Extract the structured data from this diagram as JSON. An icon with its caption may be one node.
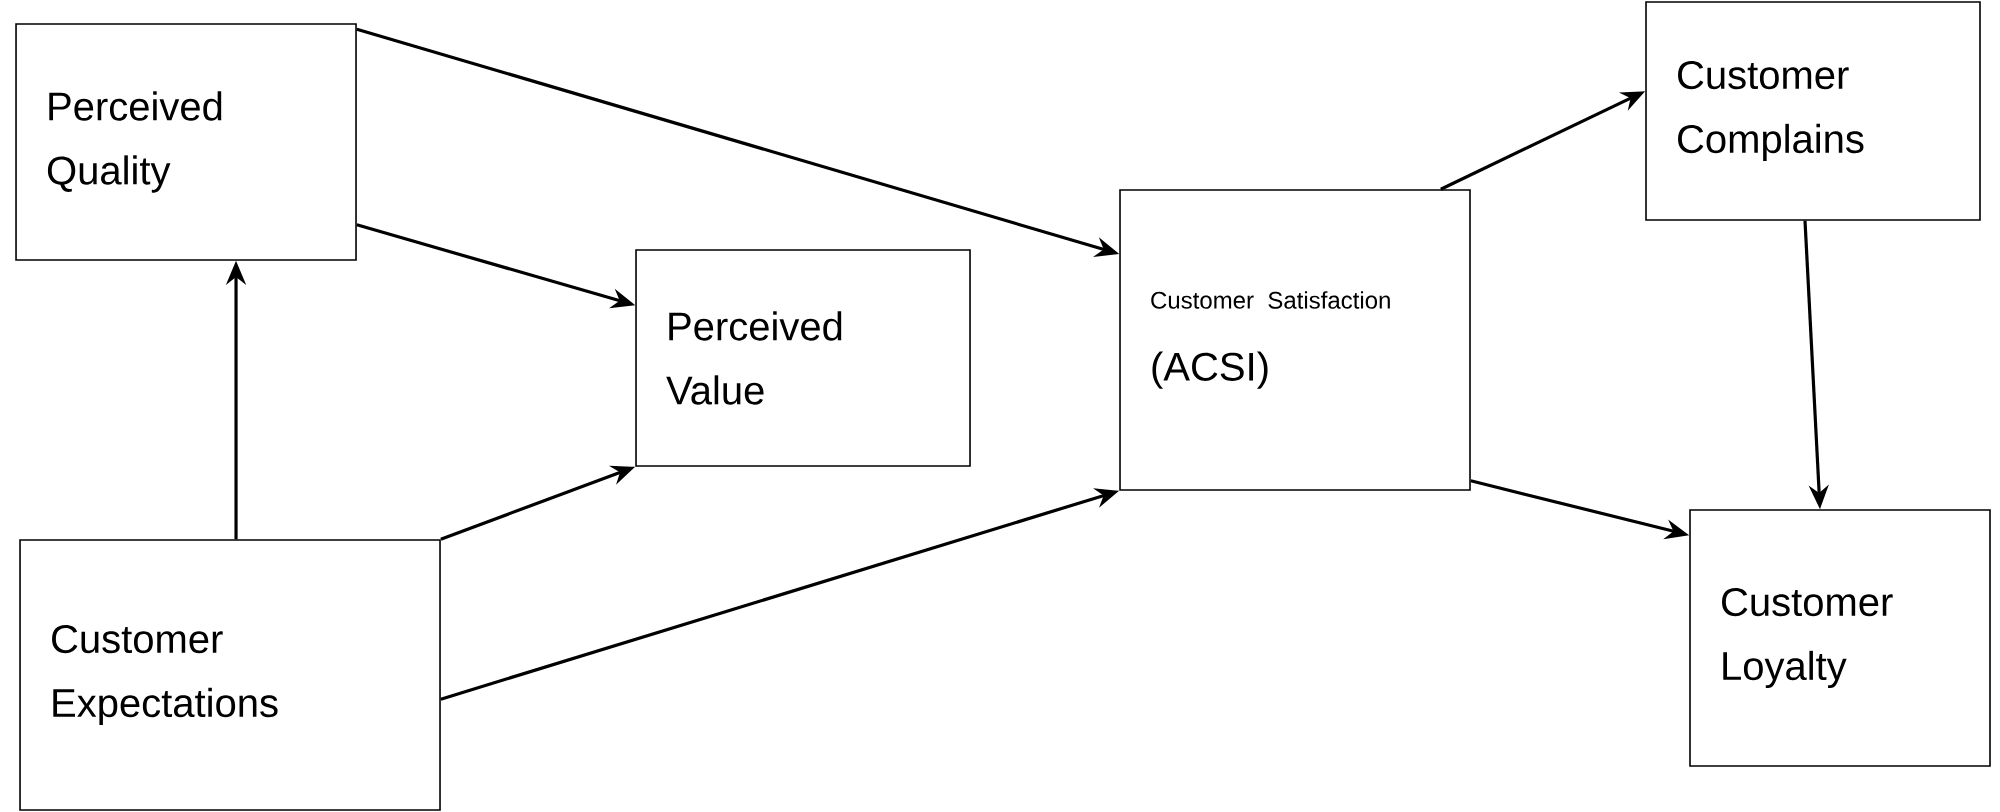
{
  "diagram": {
    "nodes": [
      {
        "text": [
          "Perceived Quality"
        ]
      },
      {
        "text": [
          "Perceived Value"
        ]
      },
      {
        "text": [
          "Customer Satisfaction",
          "(ACSI)"
        ]
      },
      {
        "text": [
          "Customer Complains"
        ]
      },
      {
        "text": [
          "Customer Expectations"
        ]
      },
      {
        "text": [
          "Customer Loyalty"
        ]
      }
    ],
    "edges": [
      {
        "from": 0,
        "to": 2,
        "arrow": "to"
      },
      {
        "from": 0,
        "to": 1,
        "arrow": "to"
      },
      {
        "from": 4,
        "to": 0,
        "arrow": "to"
      },
      {
        "from": 4,
        "to": 1,
        "arrow": "to"
      },
      {
        "from": 4,
        "to": 2,
        "arrow": "to"
      },
      {
        "from": 2,
        "to": 3,
        "arrow": "to"
      },
      {
        "from": 2,
        "to": 5,
        "arrow": "to"
      },
      {
        "from": 3,
        "to": 5,
        "arrow": "to"
      }
    ]
  }
}
